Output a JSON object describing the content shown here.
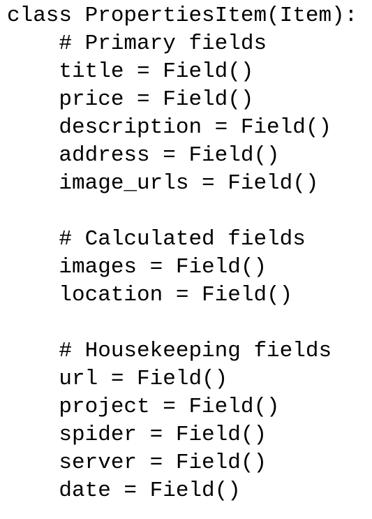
{
  "code": {
    "lines": [
      "class PropertiesItem(Item):",
      "    # Primary fields",
      "    title = Field()",
      "    price = Field()",
      "    description = Field()",
      "    address = Field()",
      "    image_urls = Field()",
      "",
      "    # Calculated fields",
      "    images = Field()",
      "    location = Field()",
      "",
      "    # Housekeeping fields",
      "    url = Field()",
      "    project = Field()",
      "    spider = Field()",
      "    server = Field()",
      "    date = Field()"
    ]
  }
}
